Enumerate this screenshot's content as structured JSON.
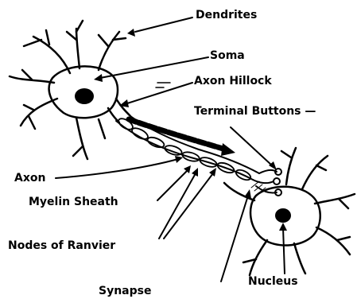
{
  "labels": {
    "dendrites": "Dendrites",
    "soma": "Soma",
    "axon_hillock": "Axon Hillock",
    "terminal_buttons": "Terminal Buttons —",
    "axon": "Axon",
    "myelin_sheath": "Myelin Sheath",
    "nodes_of_ranvier": "Nodes of Ranvier",
    "nucleus": "Nucleus",
    "synapse": "Synapse"
  },
  "colors": {
    "ink": "#000000",
    "background": "#ffffff"
  }
}
